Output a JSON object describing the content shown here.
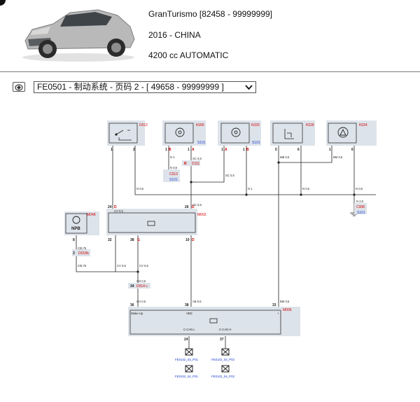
{
  "vehicle": {
    "name": "GranTurismo [82458 - 99999999]",
    "year_market": "2016 - CHINA",
    "engine": "4200 cc AUTOMATIC"
  },
  "selector": {
    "value": "FE0501 - 制动系统 - 页码 2 - [ 49658 - 99999999 ]"
  },
  "components": {
    "d012": "D012",
    "k065": "K065",
    "k020": "K020",
    "k026": "K026",
    "k024": "K024",
    "m048": "M048",
    "m002": "M002",
    "m006": "M006",
    "npb": "NPB",
    "s101": "S101"
  },
  "connectors": {
    "c013": "C013",
    "c008": "C008",
    "d111": "D111",
    "d014c": "D014 c",
    "d018b": "D018b"
  },
  "pins": {
    "d012_1": "1",
    "d012_2": "2",
    "k065_1": "1",
    "k065_b": "B",
    "k065_1b": "1",
    "k065_a": "A",
    "k020_1": "1",
    "k020_a": "A",
    "k020_1b": "1",
    "k020_b": "B",
    "k026_5": "5",
    "k026_6": "6",
    "k024_1": "1",
    "k024_6": "6",
    "m002_24": "24",
    "m002_26": "26",
    "m002_32": "32",
    "m002_38": "38",
    "m002_10": "10",
    "m002_d1": "D",
    "m002_d2": "D",
    "m002_g": "G",
    "m002_d3": "D",
    "m048_8": "8",
    "m048_3": "3",
    "m048_34": "34",
    "m006_36": "36",
    "m006_38": "38",
    "m006_33": "33",
    "m006_24": "24",
    "m006_37": "37",
    "r": "R"
  },
  "wires": {
    "n05a": "N 0,5",
    "n05b": "N 0,5",
    "n1a": "N 1",
    "n1b": "N 1",
    "n05c": "N 0,5",
    "n05d": "N 0,5",
    "n25": "N 2,5",
    "sc05a": "SC 0,5",
    "sc05b": "SC 0,5",
    "sc05c": "SC 0,5",
    "mb05": "MB 0,5",
    "bm05": "BM 0,5",
    "cl075a": "Cl0,75",
    "cl075b": "Cl0,75",
    "cv05a": "CV 0,5",
    "cv05b": "CV 0,5",
    "cn05": "CN 0,5",
    "ch05": "CH 0,5",
    "ab05": "AB 0,5",
    "bm05b": "BM 0,5"
  },
  "module_labels": {
    "wakeup": "Wake-Up",
    "vbd": "VBD",
    "plus": "+",
    "ccan_l": "C-CAN L",
    "ccan_h": "C-CAN H"
  },
  "links": {
    "fe0102_03_p01": "FE0102_03_P01",
    "fe0102_03_p02": "FE0102_03_P02",
    "fe0102_04_p01": "FE0102_04_P01",
    "fe0102_04_p02": "FE0102_04_P02"
  }
}
